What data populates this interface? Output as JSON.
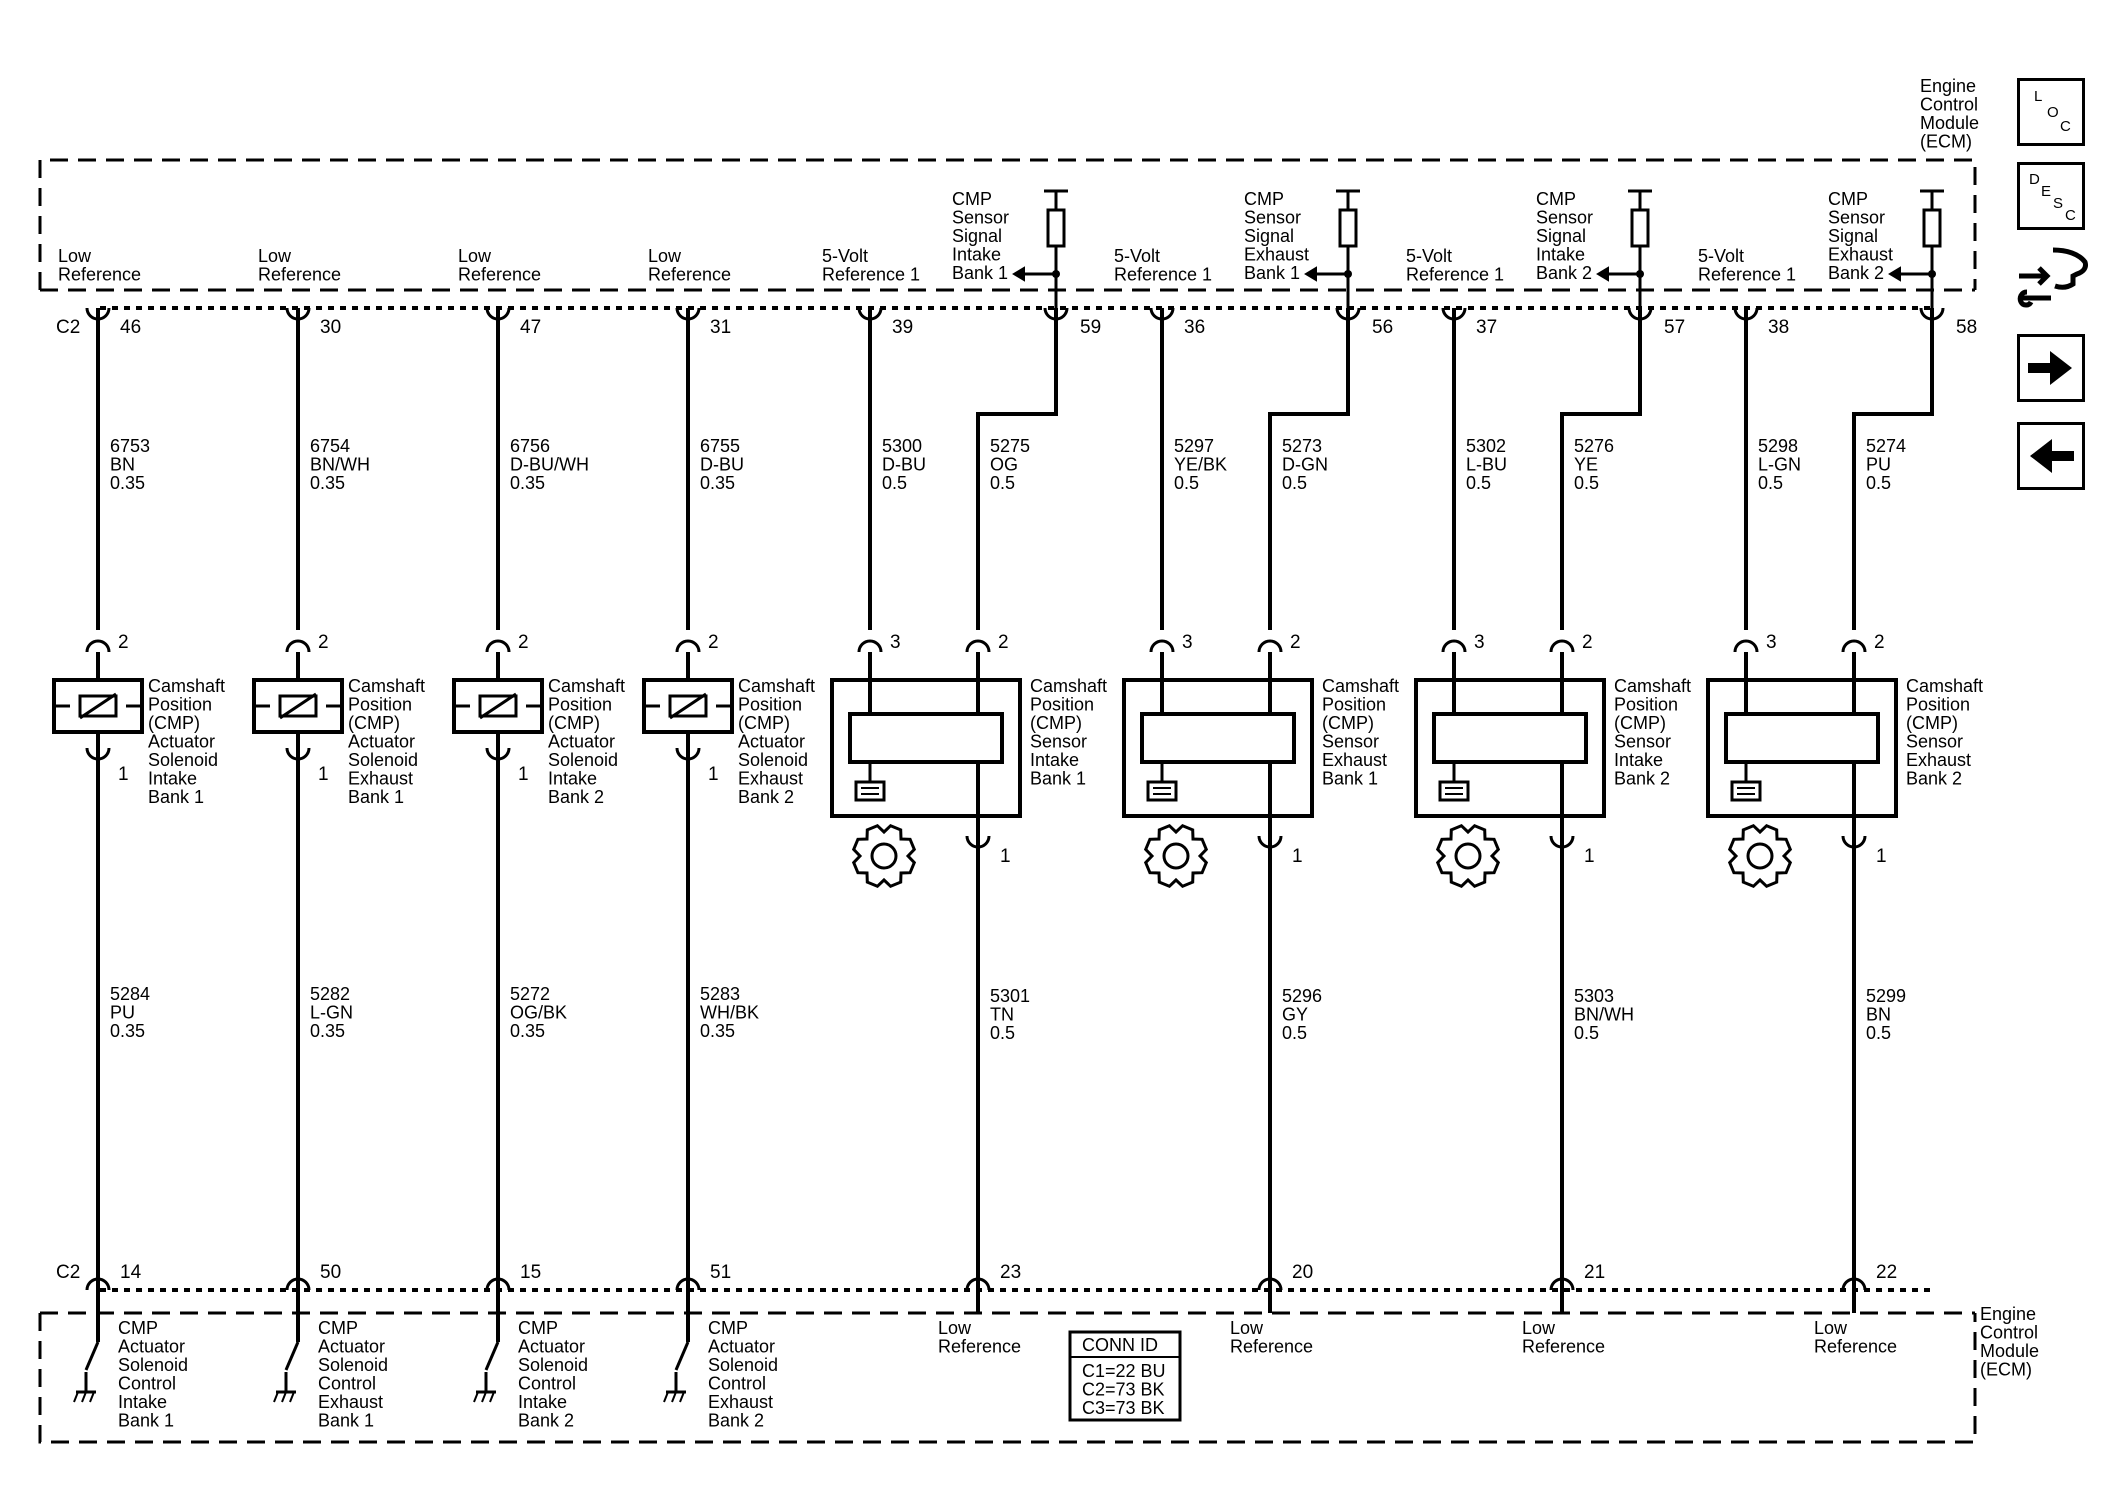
{
  "ecm_top_label": [
    "Engine",
    "Control",
    "Module",
    "(ECM)"
  ],
  "ecm_bottom_label": [
    "Engine",
    "Control",
    "Module",
    "(ECM)"
  ],
  "connector_top": "C2",
  "connector_bottom": "C2",
  "conn_id": {
    "title": "CONN ID",
    "lines": [
      "C1=22 BU",
      "C2=73 BK",
      "C3=73 BK"
    ]
  },
  "nav": {
    "loc": [
      "L",
      "O",
      "C"
    ],
    "desc": [
      "D",
      "E",
      "S",
      "C"
    ]
  },
  "solenoids": [
    {
      "top_label": [
        "Low",
        "Reference"
      ],
      "top_pin": "46",
      "wire_top": [
        "6753",
        "BN",
        "0.35"
      ],
      "term_top": "2",
      "term_bottom": "1",
      "label": [
        "Camshaft",
        "Position",
        "(CMP)",
        "Actuator",
        "Solenoid",
        "Intake",
        "Bank 1"
      ],
      "wire_bottom": [
        "5284",
        "PU",
        "0.35"
      ],
      "bottom_pin": "14",
      "bottom_label": [
        "CMP",
        "Actuator",
        "Solenoid",
        "Control",
        "Intake",
        "Bank 1"
      ]
    },
    {
      "top_label": [
        "Low",
        "Reference"
      ],
      "top_pin": "30",
      "wire_top": [
        "6754",
        "BN/WH",
        "0.35"
      ],
      "term_top": "2",
      "term_bottom": "1",
      "label": [
        "Camshaft",
        "Position",
        "(CMP)",
        "Actuator",
        "Solenoid",
        "Exhaust",
        "Bank 1"
      ],
      "wire_bottom": [
        "5282",
        "L-GN",
        "0.35"
      ],
      "bottom_pin": "50",
      "bottom_label": [
        "CMP",
        "Actuator",
        "Solenoid",
        "Control",
        "Exhaust",
        "Bank 1"
      ]
    },
    {
      "top_label": [
        "Low",
        "Reference"
      ],
      "top_pin": "47",
      "wire_top": [
        "6756",
        "D-BU/WH",
        "0.35"
      ],
      "term_top": "2",
      "term_bottom": "1",
      "label": [
        "Camshaft",
        "Position",
        "(CMP)",
        "Actuator",
        "Solenoid",
        "Intake",
        "Bank 2"
      ],
      "wire_bottom": [
        "5272",
        "OG/BK",
        "0.35"
      ],
      "bottom_pin": "15",
      "bottom_label": [
        "CMP",
        "Actuator",
        "Solenoid",
        "Control",
        "Intake",
        "Bank 2"
      ]
    },
    {
      "top_label": [
        "Low",
        "Reference"
      ],
      "top_pin": "31",
      "wire_top": [
        "6755",
        "D-BU",
        "0.35"
      ],
      "term_top": "2",
      "term_bottom": "1",
      "label": [
        "Camshaft",
        "Position",
        "(CMP)",
        "Actuator",
        "Solenoid",
        "Exhaust",
        "Bank 2"
      ],
      "wire_bottom": [
        "5283",
        "WH/BK",
        "0.35"
      ],
      "bottom_pin": "51",
      "bottom_label": [
        "CMP",
        "Actuator",
        "Solenoid",
        "Control",
        "Exhaust",
        "Bank 2"
      ]
    }
  ],
  "sensors": [
    {
      "ref_label": [
        "5-Volt",
        "Reference 1"
      ],
      "ref_pin": "39",
      "ref_wire": [
        "5300",
        "D-BU",
        "0.5"
      ],
      "sig_label": [
        "CMP",
        "Sensor",
        "Signal",
        "Intake",
        "Bank 1"
      ],
      "sig_pin": "59",
      "sig_wire": [
        "5275",
        "OG",
        "0.5"
      ],
      "term_ref": "3",
      "term_sig": "2",
      "term_low": "1",
      "label": [
        "Camshaft",
        "Position",
        "(CMP)",
        "Sensor",
        "Intake",
        "Bank 1"
      ],
      "low_wire": [
        "5301",
        "TN",
        "0.5"
      ],
      "low_pin": "23",
      "low_label": [
        "Low",
        "Reference"
      ]
    },
    {
      "ref_label": [
        "5-Volt",
        "Reference 1"
      ],
      "ref_pin": "36",
      "ref_wire": [
        "5297",
        "YE/BK",
        "0.5"
      ],
      "sig_label": [
        "CMP",
        "Sensor",
        "Signal",
        "Exhaust",
        "Bank 1"
      ],
      "sig_pin": "56",
      "sig_wire": [
        "5273",
        "D-GN",
        "0.5"
      ],
      "term_ref": "3",
      "term_sig": "2",
      "term_low": "1",
      "label": [
        "Camshaft",
        "Position",
        "(CMP)",
        "Sensor",
        "Exhaust",
        "Bank 1"
      ],
      "low_wire": [
        "5296",
        "GY",
        "0.5"
      ],
      "low_pin": "20",
      "low_label": [
        "Low",
        "Reference"
      ]
    },
    {
      "ref_label": [
        "5-Volt",
        "Reference 1"
      ],
      "ref_pin": "37",
      "ref_wire": [
        "5302",
        "L-BU",
        "0.5"
      ],
      "sig_label": [
        "CMP",
        "Sensor",
        "Signal",
        "Intake",
        "Bank 2"
      ],
      "sig_pin": "57",
      "sig_wire": [
        "5276",
        "YE",
        "0.5"
      ],
      "term_ref": "3",
      "term_sig": "2",
      "term_low": "1",
      "label": [
        "Camshaft",
        "Position",
        "(CMP)",
        "Sensor",
        "Intake",
        "Bank 2"
      ],
      "low_wire": [
        "5303",
        "BN/WH",
        "0.5"
      ],
      "low_pin": "21",
      "low_label": [
        "Low",
        "Reference"
      ]
    },
    {
      "ref_label": [
        "5-Volt",
        "Reference 1"
      ],
      "ref_pin": "38",
      "ref_wire": [
        "5298",
        "L-GN",
        "0.5"
      ],
      "sig_label": [
        "CMP",
        "Sensor",
        "Signal",
        "Exhaust",
        "Bank 2"
      ],
      "sig_pin": "58",
      "sig_wire": [
        "5274",
        "PU",
        "0.5"
      ],
      "term_ref": "3",
      "term_sig": "2",
      "term_low": "1",
      "label": [
        "Camshaft",
        "Position",
        "(CMP)",
        "Sensor",
        "Exhaust",
        "Bank 2"
      ],
      "low_wire": [
        "5299",
        "BN",
        "0.5"
      ],
      "low_pin": "22",
      "low_label": [
        "Low",
        "Reference"
      ]
    }
  ]
}
